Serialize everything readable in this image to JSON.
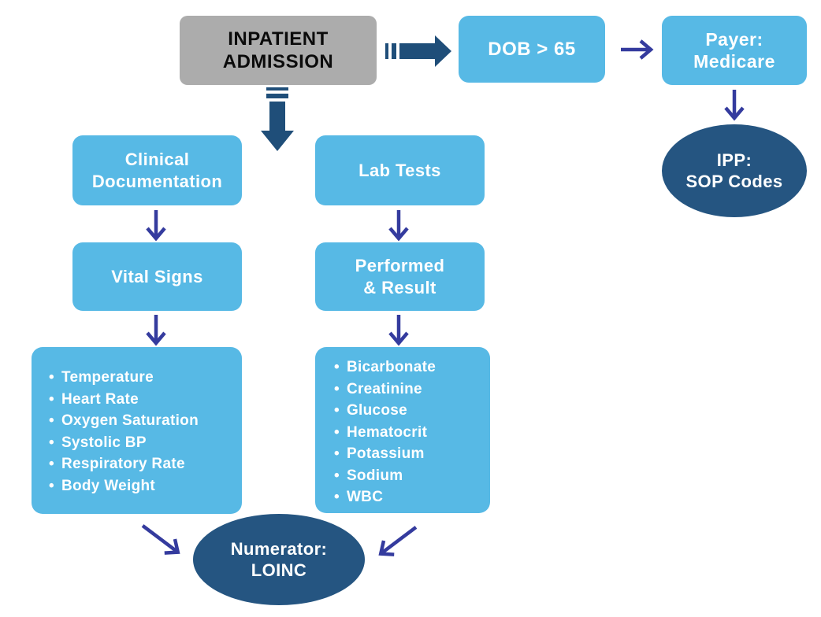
{
  "colors": {
    "light_blue": "#57B9E5",
    "navy": "#1F4E79",
    "dark_blue": "#255581",
    "indigo": "#343B9E",
    "gray_fill": "#ACACAC",
    "gray_text": "#0B0B0B",
    "white": "#FFFFFF"
  },
  "flowchart": {
    "start": {
      "line1": "INPATIENT",
      "line2": "ADMISSION"
    },
    "dob": {
      "label": "DOB > 65"
    },
    "payer": {
      "line1": "Payer:",
      "line2": "Medicare"
    },
    "ipp": {
      "line1": "IPP:",
      "line2": "SOP Codes"
    },
    "clinical": {
      "line1": "Clinical",
      "line2": "Documentation"
    },
    "vital": {
      "label": "Vital Signs"
    },
    "vital_items": [
      "Temperature",
      "Heart Rate",
      "Oxygen Saturation",
      "Systolic BP",
      "Respiratory Rate",
      "Body Weight"
    ],
    "lab": {
      "label": "Lab Tests"
    },
    "performed": {
      "line1": "Performed",
      "line2": "& Result"
    },
    "lab_items": [
      "Bicarbonate",
      "Creatinine",
      "Glucose",
      "Hematocrit",
      "Potassium",
      "Sodium",
      "WBC"
    ],
    "numerator": {
      "line1": "Numerator:",
      "line2": "LOINC"
    }
  }
}
